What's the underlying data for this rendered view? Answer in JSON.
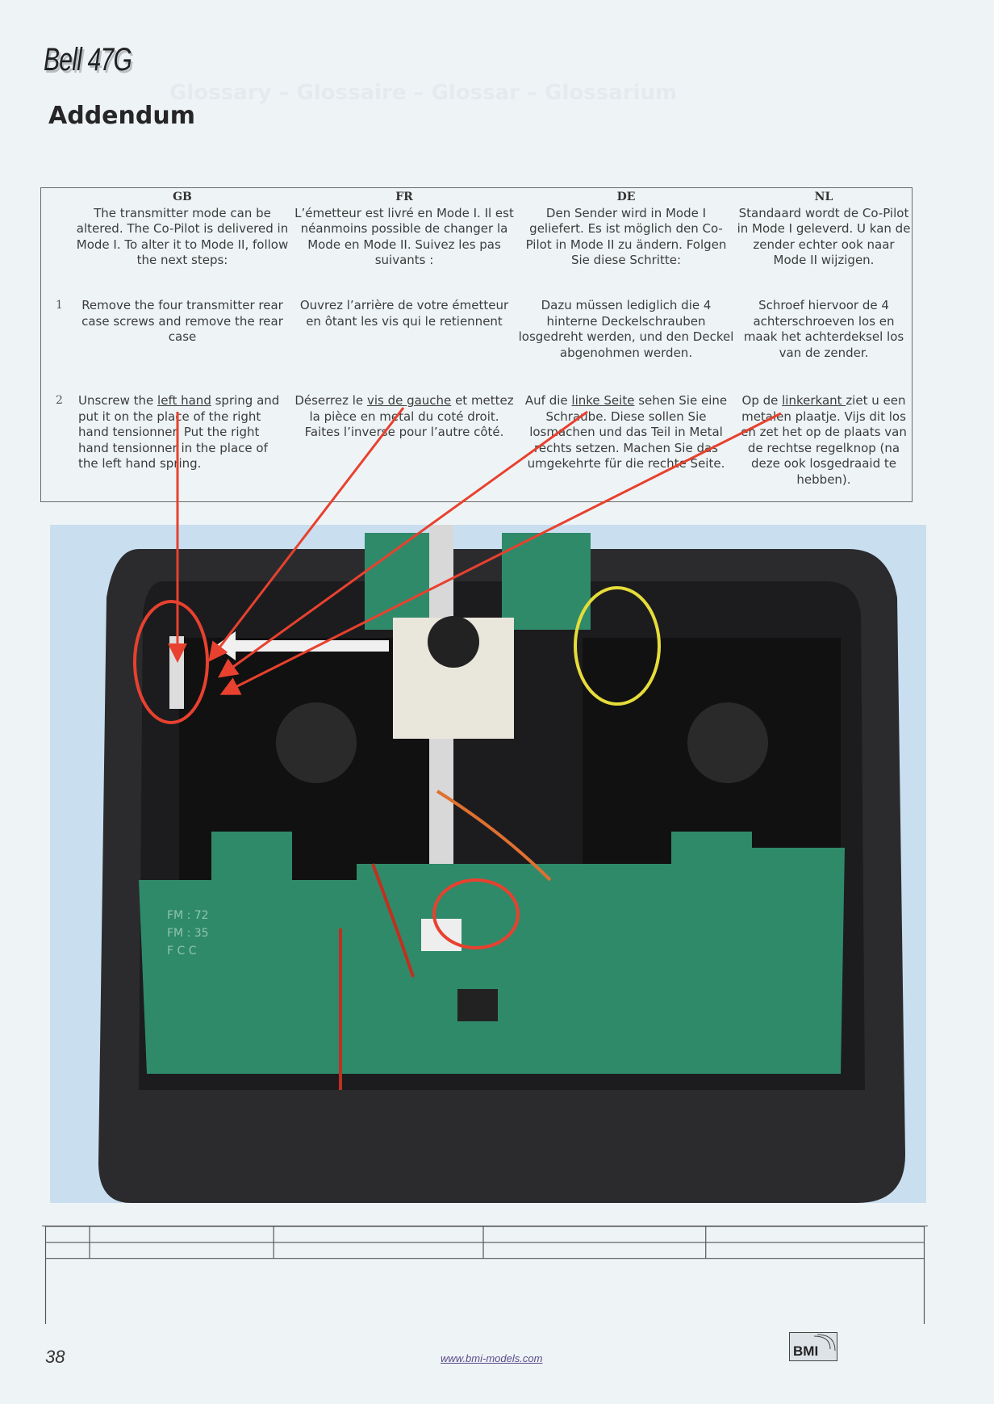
{
  "header": {
    "brand": "Bell 47G",
    "title": "Addendum",
    "ghost_text": "Glossary – Glossaire – Glossar – Glossarium"
  },
  "table": {
    "headers": [
      "GB",
      "FR",
      "DE",
      "NL"
    ],
    "intro": [
      "The transmitter mode can be altered. The Co-Pilot is delivered in Mode I. To alter it to Mode II, follow the next steps:",
      "L’émetteur est livré en Mode I. Il est néanmoins possible de changer la Mode en Mode II. Suivez les pas suivants :",
      "Den Sender wird in Mode I geliefert. Es ist möglich den Co-Pilot in Mode II zu ändern. Folgen Sie diese Schritte:",
      "Standaard wordt de Co-Pilot in Mode I geleverd. U kan de zender echter ook naar Mode II wijzigen."
    ],
    "steps": [
      {
        "number": "1",
        "texts": [
          "Remove the four transmitter rear case screws and remove the rear case",
          "Ouvrez l’arrière de votre émetteur en ôtant les vis qui le retiennent",
          "Dazu müssen lediglich die 4 hinterne Deckelschrauben losgedreht werden, und den Deckel abgenohmen werden.",
          "Schroef hiervoor de 4 achterschroeven los en maak het achterdeksel los van de zender."
        ]
      },
      {
        "number": "2",
        "gb": {
          "pre": "Unscrew the ",
          "u": "left hand",
          "post": " spring and put it on the place of the right hand tensionner. Put the right hand tensionner in the place of the left hand spring."
        },
        "fr": {
          "pre": "Déserrez le ",
          "u": "vis de gauche",
          "post": "  et mettez la pièce en metal du coté droit. Faites l’inverse pour l’autre côté."
        },
        "de": {
          "pre": "Auf die ",
          "u": "linke Seite",
          "post": " sehen Sie eine Schraube. Diese sollen Sie losmachen und das Teil in Metal rechts setzen. Machen Sie das umgekehrte für die rechte Seite."
        },
        "nl": {
          "pre": "Op de ",
          "u": "linkerkant ",
          "post": "ziet u een metalen plaatje. Vijs dit los en zet het op de plaats van de rechtse regelknop (na deze ook losgedraaid te hebben)."
        }
      }
    ]
  },
  "photo": {
    "pcb_labels": [
      "FM : 72",
      "FM : 35",
      "F C C"
    ]
  },
  "footer": {
    "page_number": "38",
    "url": "www.bmi-models.com",
    "logo_text": "BMI"
  },
  "colors": {
    "annotation_red": "#e8412f",
    "annotation_yellow": "#e6dc3a",
    "pcb_green": "#2f8a6a"
  }
}
